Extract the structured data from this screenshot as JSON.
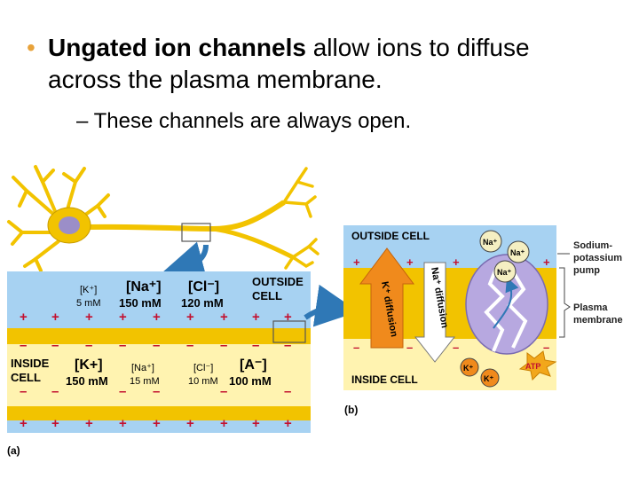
{
  "bullet": {
    "bold_text": "Ungated ion channels",
    "rest_text_line1": " allow ions to diffuse",
    "rest_text_line2": "across the plasma membrane."
  },
  "sub_bullet": {
    "dash": "–",
    "text": "These channels are always open."
  },
  "panel_a": {
    "label": "(a)",
    "outside_cell": [
      "OUTSIDE",
      "CELL"
    ],
    "inside_cell": [
      "INSIDE",
      "CELL"
    ],
    "outside_ions": [
      {
        "name": "[K⁺]",
        "conc": "5 mM"
      },
      {
        "name": "[Na⁺]",
        "conc": "150 mM"
      },
      {
        "name": "[Cl⁻]",
        "conc": "120 mM"
      }
    ],
    "inside_ions": [
      {
        "name": "[K+]",
        "conc": "150 mM"
      },
      {
        "name": "[Na⁺]",
        "conc": "15 mM"
      },
      {
        "name": "[Cl⁻]",
        "conc": "10 mM"
      },
      {
        "name": "[A⁻]",
        "conc": "100 mM"
      }
    ],
    "plus": "+",
    "minus": "–"
  },
  "panel_b": {
    "label": "(b)",
    "outside_cell": "OUTSIDE CELL",
    "inside_cell": "INSIDE CELL",
    "k_diffusion": "K⁺ diffusion",
    "na_diffusion": "Na⁺ diffusion",
    "na": "Na⁺",
    "k": "K⁺",
    "atp": "ATP",
    "pump_label": [
      "Sodium-",
      "potassium",
      "pump"
    ],
    "membrane_label": [
      "Plasma",
      "membrane"
    ]
  },
  "colors": {
    "bullet": "#e8a23a",
    "outside_fluid": "#a7d2f2",
    "inside_fluid": "#fff3b0",
    "membrane": "#f2c300",
    "neuron": "#f2c300",
    "arrow_blue": "#2f78b6",
    "k_arrow": "#f08a1c",
    "pump": "#b7a8e0",
    "atp": "#f2a71b",
    "label_text": "#1f3a80"
  }
}
